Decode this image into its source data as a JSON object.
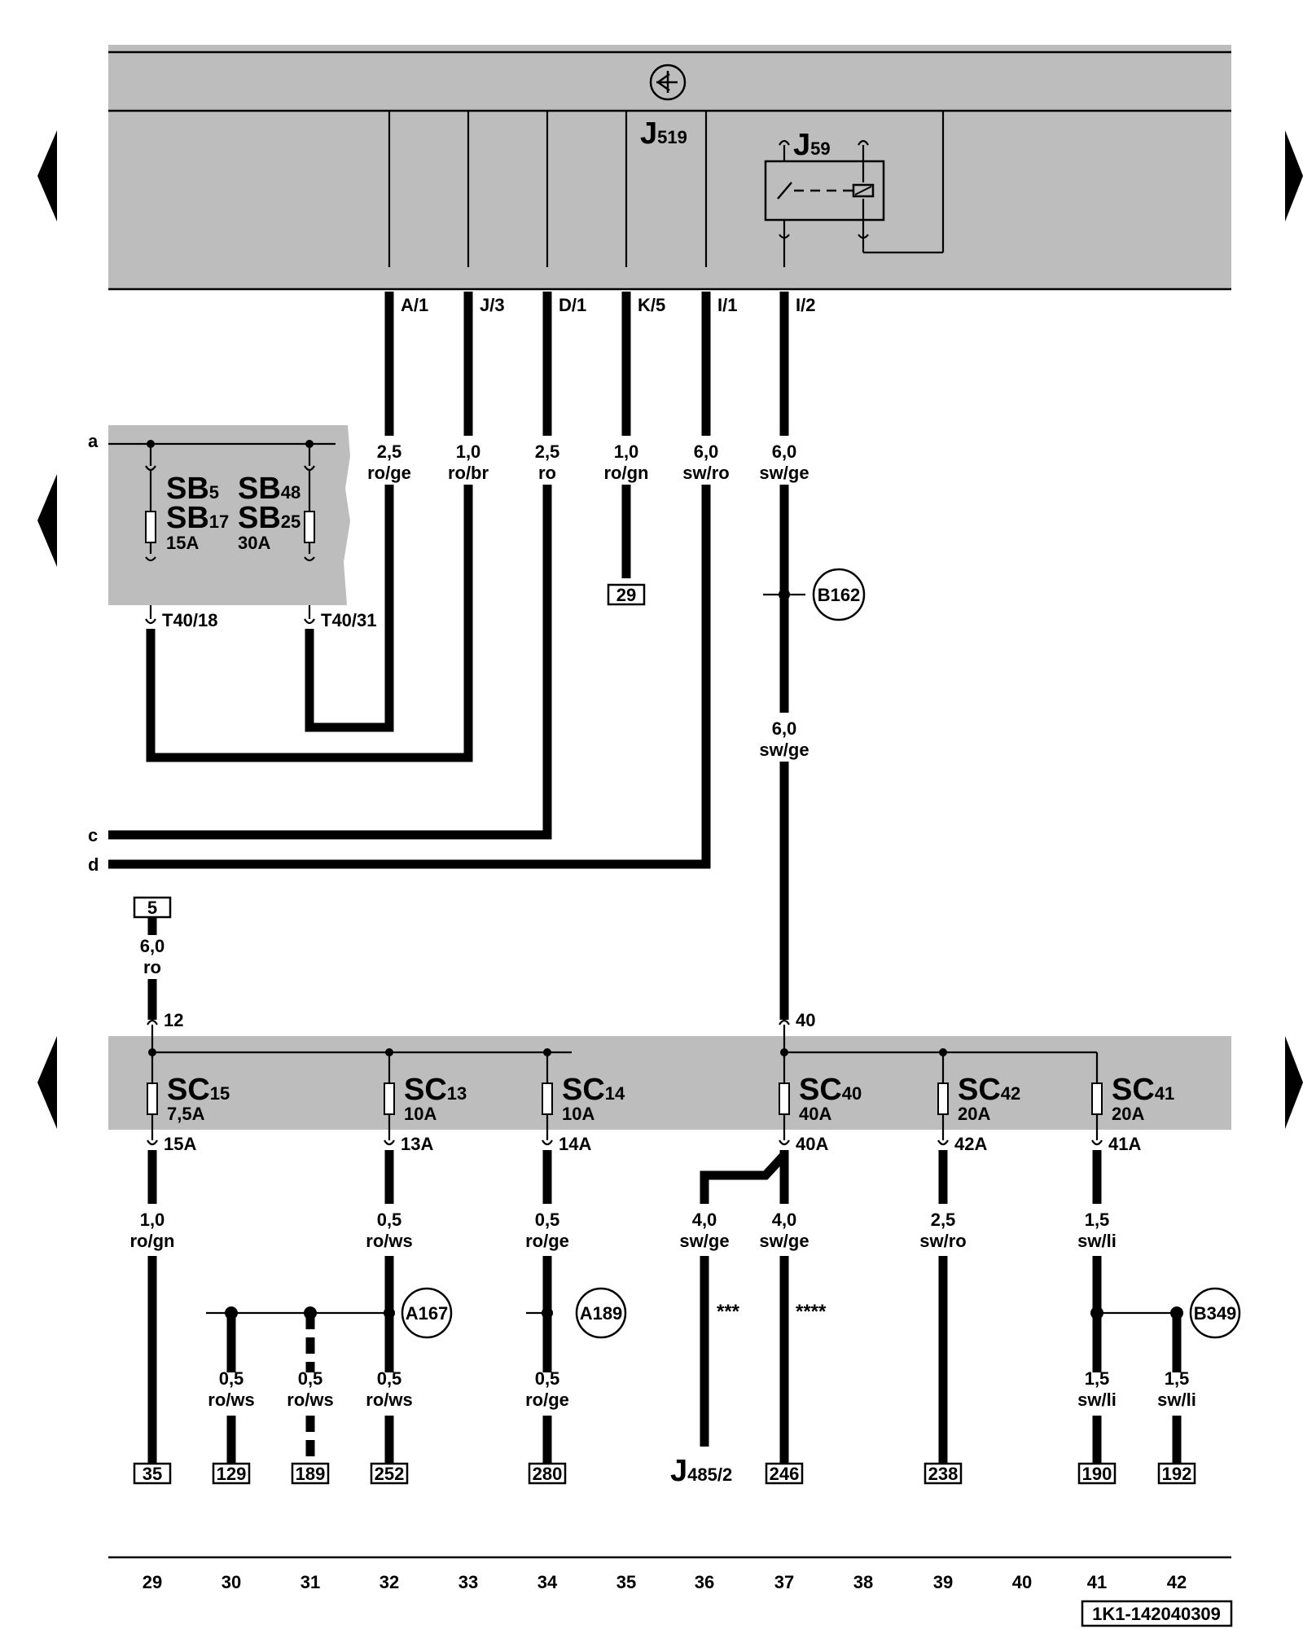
{
  "components": {
    "j519": {
      "main": "J",
      "sub": "519"
    },
    "j59": {
      "main": "J",
      "sub": "59"
    },
    "sb5": {
      "main": "SB",
      "sub": "5"
    },
    "sb48": {
      "main": "SB",
      "sub": "48"
    },
    "sb17": {
      "main": "SB",
      "sub": "17"
    },
    "sb25": {
      "main": "SB",
      "sub": "25"
    },
    "sb17_rating": "15A",
    "sb25_rating": "30A",
    "j485": {
      "main": "J",
      "sub": "485",
      "suffix": "/2"
    }
  },
  "connectors": {
    "top": [
      "A/1",
      "J/3",
      "D/1",
      "K/5",
      "I/1",
      "I/2"
    ],
    "t40_18": "T40/18",
    "t40_31": "T40/31",
    "pin12": "12",
    "pin40": "40"
  },
  "wires_top": [
    {
      "size": "2,5",
      "color": "ro/ge"
    },
    {
      "size": "1,0",
      "color": "ro/br"
    },
    {
      "size": "2,5",
      "color": "ro"
    },
    {
      "size": "1,0",
      "color": "ro/gn"
    },
    {
      "size": "6,0",
      "color": "sw/ro"
    },
    {
      "size": "6,0",
      "color": "sw/ge"
    }
  ],
  "wire_i2_mid": {
    "size": "6,0",
    "color": "sw/ge"
  },
  "wire_feed_5": {
    "size": "6,0",
    "color": "ro"
  },
  "side_refs": [
    "a",
    "c",
    "d"
  ],
  "refs": {
    "ref29": "29",
    "ref5": "5"
  },
  "splices": [
    "B162",
    "A167",
    "A189",
    "B349"
  ],
  "fuses_sc": [
    {
      "main": "SC",
      "sub": "15",
      "rating": "7,5A",
      "out": "15A"
    },
    {
      "main": "SC",
      "sub": "13",
      "rating": "10A",
      "out": "13A"
    },
    {
      "main": "SC",
      "sub": "14",
      "rating": "10A",
      "out": "14A"
    },
    {
      "main": "SC",
      "sub": "40",
      "rating": "40A",
      "out": "40A"
    },
    {
      "main": "SC",
      "sub": "42",
      "rating": "20A",
      "out": "42A"
    },
    {
      "main": "SC",
      "sub": "41",
      "rating": "20A",
      "out": "41A"
    }
  ],
  "wires_bottom_upper": [
    {
      "size": "1,0",
      "color": "ro/gn"
    },
    {
      "size": "0,5",
      "color": "ro/ws"
    },
    {
      "size": "0,5",
      "color": "ro/ge"
    },
    {
      "size": "4,0",
      "color": "sw/ge"
    },
    {
      "size": "4,0",
      "color": "sw/ge"
    },
    {
      "size": "2,5",
      "color": "sw/ro"
    },
    {
      "size": "1,5",
      "color": "sw/li"
    }
  ],
  "wires_bottom_lower": [
    {
      "size": "0,5",
      "color": "ro/ws"
    },
    {
      "size": "0,5",
      "color": "ro/ws"
    },
    {
      "size": "0,5",
      "color": "ro/ws"
    },
    {
      "size": "0,5",
      "color": "ro/ge"
    },
    {
      "size": "1,5",
      "color": "sw/li"
    },
    {
      "size": "1,5",
      "color": "sw/li"
    }
  ],
  "notes": {
    "n3": "***",
    "n4": "****"
  },
  "bottom_refs": [
    "35",
    "129",
    "189",
    "252",
    "280",
    "246",
    "238",
    "190",
    "192"
  ],
  "column_numbers": [
    "29",
    "30",
    "31",
    "32",
    "33",
    "34",
    "35",
    "36",
    "37",
    "38",
    "39",
    "40",
    "41",
    "42"
  ],
  "doc_id": "1K1-142040309"
}
